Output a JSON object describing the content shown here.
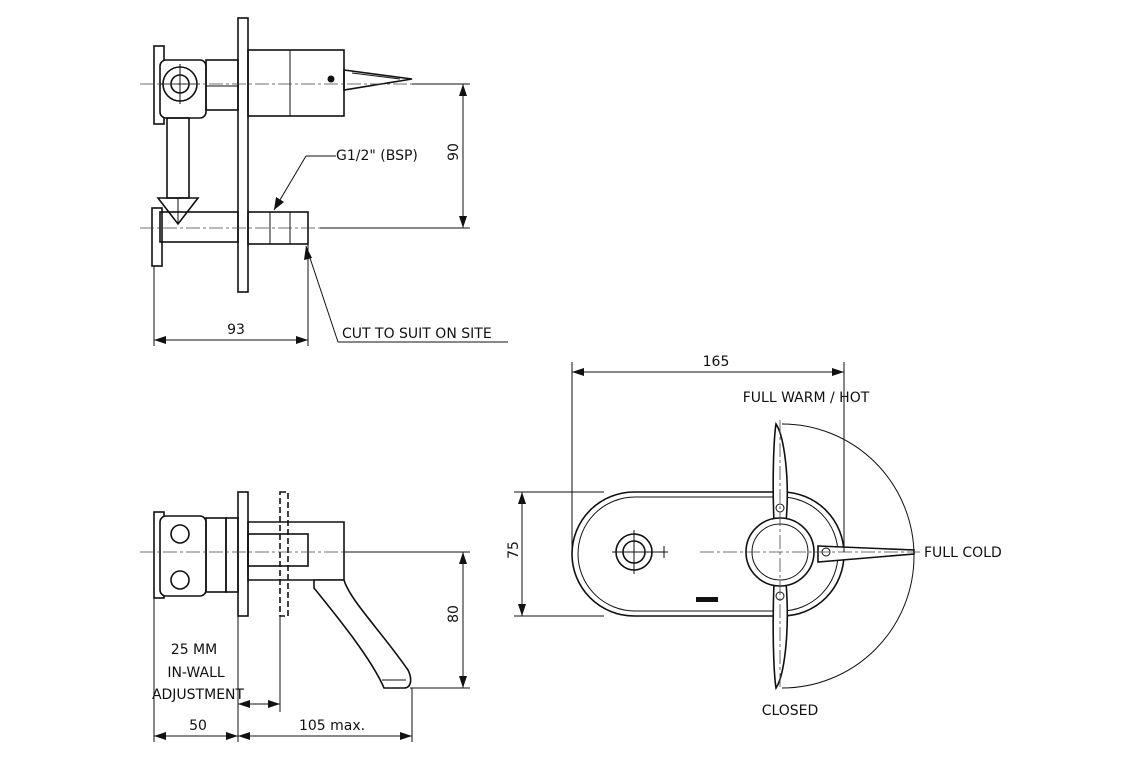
{
  "labels": {
    "thread_spec": "G1/2\" (BSP)",
    "cut_to_suit": "CUT TO SUIT ON SITE",
    "full_warm_hot": "FULL WARM / HOT",
    "full_cold": "FULL COLD",
    "closed": "CLOSED",
    "adjustment_line1": "25 MM",
    "adjustment_line2": "IN-WALL",
    "adjustment_line3": "ADJUSTMENT"
  },
  "dimensions": {
    "top_height": "90",
    "top_width": "93",
    "front_width": "165",
    "front_height": "75",
    "side_height": "80",
    "side_depth": "50",
    "side_projection": "105 max."
  }
}
